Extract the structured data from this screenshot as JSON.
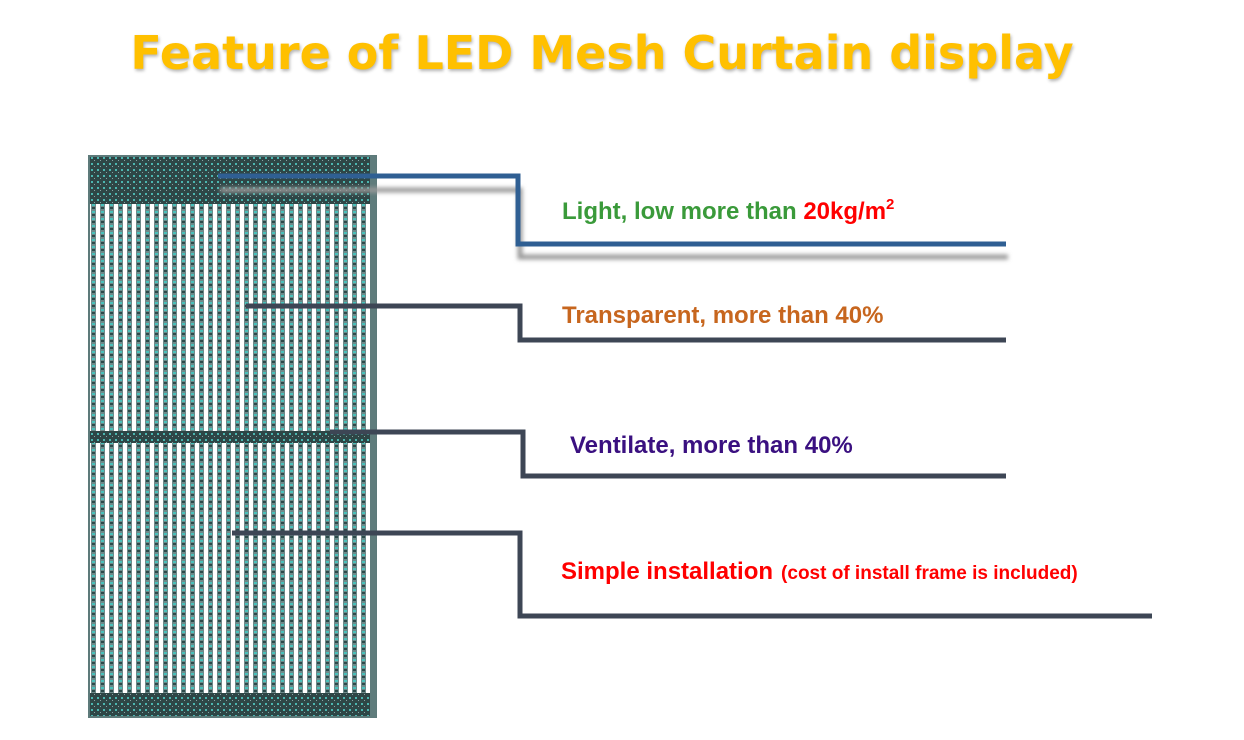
{
  "title": "Feature of LED Mesh Curtain display",
  "colors": {
    "title": "#ffc000",
    "weight_text": "#3a9a3a",
    "weight_highlight": "#ff0000",
    "transparent_text": "#c7661e",
    "ventilate_text": "#3a1080",
    "install_text": "#ff0000",
    "leader_primary": "#2f5f93",
    "leader_dark": "#3d4655",
    "panel_dark": "#2f4a4a",
    "led_cyan": "#45b8b4"
  },
  "features": {
    "weight": {
      "text": "Light, low more than ",
      "highlight": "20kg/m",
      "superscript": "2"
    },
    "transparent": {
      "text": "Transparent, more than 40%"
    },
    "ventilate": {
      "text": "Ventilate, more than 40%"
    },
    "install": {
      "text": "Simple installation",
      "note": "(cost of install frame is included)"
    }
  }
}
